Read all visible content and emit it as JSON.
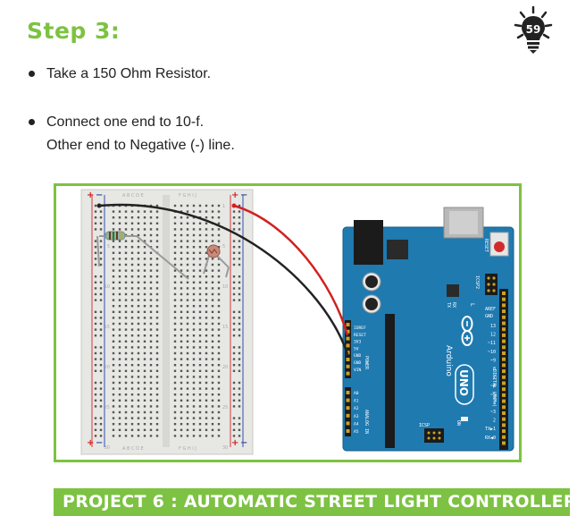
{
  "header": {
    "step_title": "Step 3:",
    "page_number": "59"
  },
  "instructions": [
    {
      "lines": [
        "Take a 150 Ohm Resistor."
      ]
    },
    {
      "lines": [
        "Connect one end to 10-f.",
        "Other end to Negative (-) line."
      ]
    }
  ],
  "breadboard": {
    "column_letters_left": "A B C D E",
    "column_letters_right": "F G H I J",
    "row_numbers": [
      "1",
      "5",
      "10",
      "15",
      "20",
      "25",
      "30"
    ],
    "rail_plus": "+",
    "rail_minus": "−"
  },
  "arduino": {
    "reset_label": "RESET",
    "icsp2_label": "ICSP2",
    "aref_label": "AREF",
    "gnd_label": "GND",
    "digital_pins": [
      "13",
      "12",
      "~11",
      "~10",
      "~9",
      "8",
      "7",
      "~6",
      "~5",
      "4",
      "~3",
      "2",
      "TX▶1",
      "RX◀0"
    ],
    "power_pins": [
      "IOREF",
      "RESET",
      "3V3",
      "5V",
      "GND",
      "GND",
      "VIN"
    ],
    "power_label": "POWER",
    "analog_pins": [
      "A0",
      "A1",
      "A2",
      "A3",
      "A4",
      "A5"
    ],
    "analog_label": "ANALOG IN",
    "digital_label": "DIGITAL (PWM~)",
    "tx_label": "TX",
    "rx_label": "RX",
    "l_label": "L",
    "brand": "Arduino",
    "model": "UNO",
    "icsp_label": "ICSP",
    "on_label": "ON"
  },
  "colors": {
    "accent_green": "#7dc242",
    "board_blue": "#1f7ab0",
    "wire_red": "#d22020",
    "wire_black": "#222222"
  },
  "footer": {
    "project_title": "PROJECT 6 : AUTOMATIC STREET LIGHT CONTROLLER"
  }
}
